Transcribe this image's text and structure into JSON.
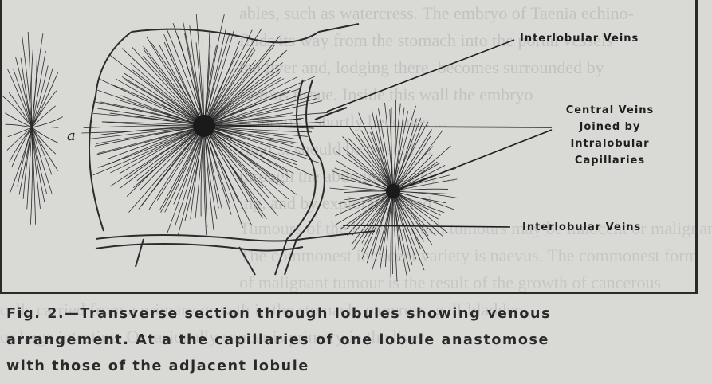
{
  "figure": {
    "labels": {
      "interlobular_top": "Interlobular Veins",
      "central_veins": [
        "Central Veins",
        "Joined by",
        "Intralobular",
        "Capillaries"
      ],
      "interlobular_bottom": "Interlobular Veins",
      "point_a": "a"
    },
    "caption": [
      "Fig. 2.—Transverse section through lobules showing venous",
      "arrangement.  At a the capillaries of one lobule anastomose",
      "with those of the adjacent lobule"
    ]
  },
  "bleed_through": [
    "ables, such as watercress. The embryo of Taenia echino-",
    "finds its way from the stomach into the portal vessels",
    "the liver and, lodging there, becomes surrounded by",
    "fibrous tissue.  Inside this wall the embryo",
    "embryo ... shortly becomes ...",
    "fluid ... should be treated ...",
    "through the abdominal ... by ...",
    "ing, and by exploration and",
    "Tumours of the Liver.—Such tumours may be innocent or malignant.",
    "The commonest innocent variety is naevus. The commonest form",
    "of malignant tumour is the result of the growth of cancerous",
    "cells carried from a primary growth in the stomach, pancreas, gall-bladder,",
    "or large intestine.  Occasionally cancer is primary in the liver"
  ]
}
